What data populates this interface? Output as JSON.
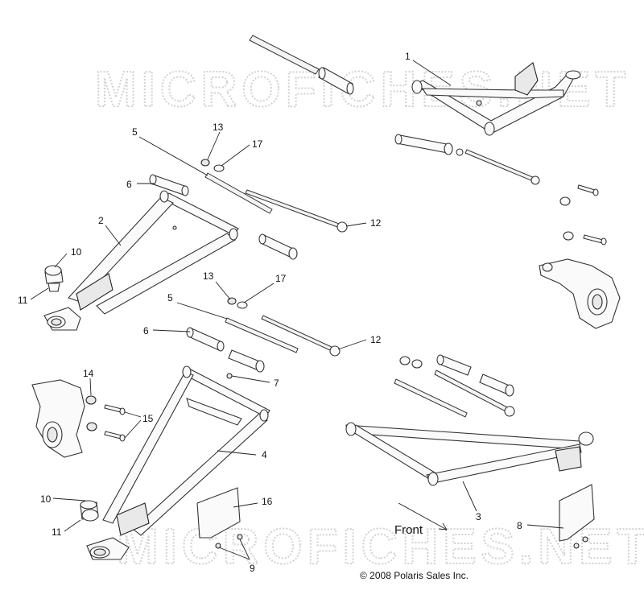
{
  "watermark": "MICROFICHES.NET",
  "front_label": "Front",
  "copyright": "© 2008 Polaris Sales Inc.",
  "callouts": {
    "c1": "1",
    "c2": "2",
    "c3": "3",
    "c4": "4",
    "c5a": "5",
    "c5b": "5",
    "c6a": "6",
    "c6b": "6",
    "c7": "7",
    "c8": "8",
    "c9": "9",
    "c10a": "10",
    "c10b": "10",
    "c11a": "11",
    "c11b": "11",
    "c12a": "12",
    "c12b": "12",
    "c13a": "13",
    "c13b": "13",
    "c14": "14",
    "c15": "15",
    "c16": "16",
    "c17a": "17",
    "c17b": "17"
  }
}
